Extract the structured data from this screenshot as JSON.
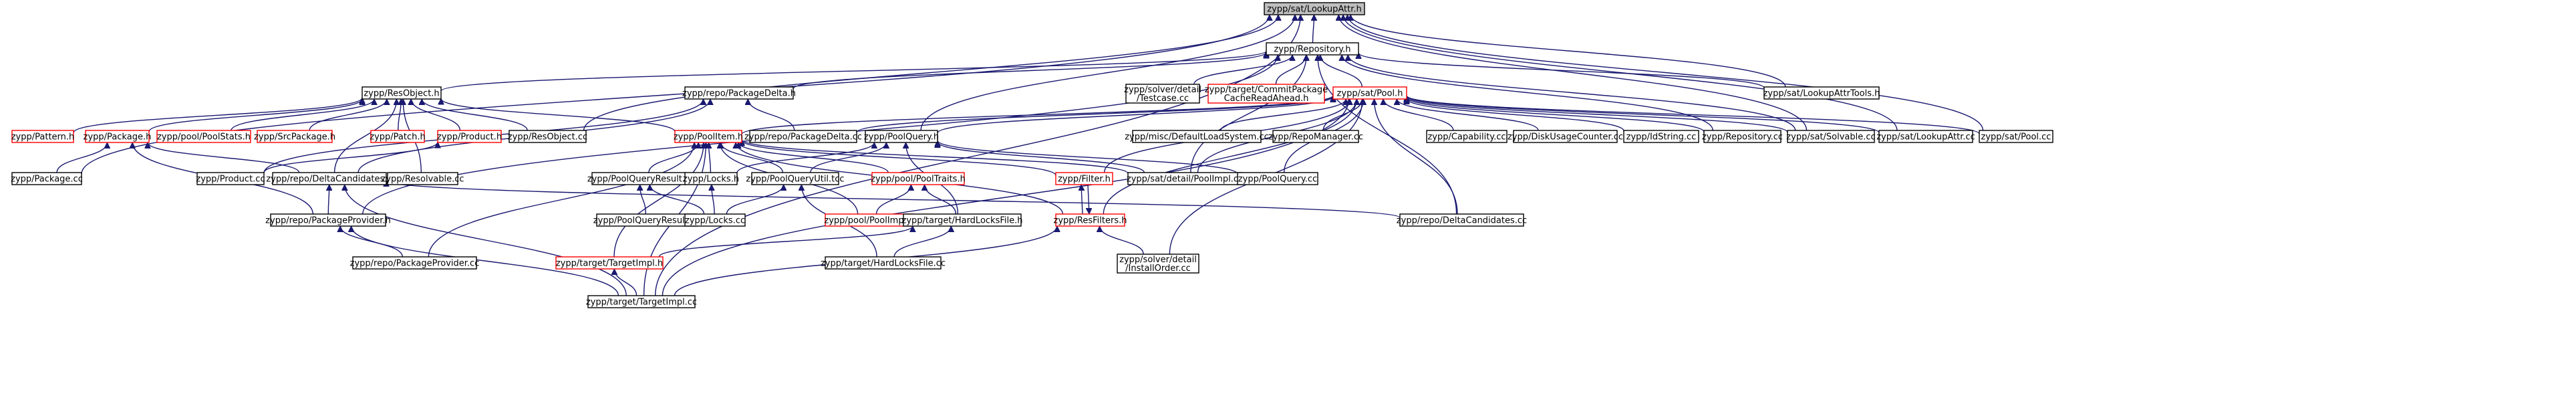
{
  "graph": {
    "nodes": [
      {
        "id": "root",
        "label": [
          "zypp/sat/LookupAttr.h"
        ],
        "color": "black",
        "root": true
      },
      {
        "id": "repoh",
        "label": [
          "zypp/Repository.h"
        ],
        "color": "black"
      },
      {
        "id": "resobjh",
        "label": [
          "zypp/ResObject.h"
        ],
        "color": "black"
      },
      {
        "id": "pkgdeltah",
        "label": [
          "zypp/repo/PackageDelta.h"
        ],
        "color": "black"
      },
      {
        "id": "testcase",
        "label": [
          "zypp/solver/detail",
          "/Testcase.cc"
        ],
        "color": "black"
      },
      {
        "id": "commitpkg",
        "label": [
          "zypp/target/CommitPackage",
          "CacheReadAhead.h"
        ],
        "color": "red"
      },
      {
        "id": "poolh",
        "label": [
          "zypp/sat/Pool.h"
        ],
        "color": "red"
      },
      {
        "id": "lookuptools",
        "label": [
          "zypp/sat/LookupAttrTools.h"
        ],
        "color": "black"
      },
      {
        "id": "patternh",
        "label": [
          "zypp/Pattern.h"
        ],
        "color": "red"
      },
      {
        "id": "packageh",
        "label": [
          "zypp/Package.h"
        ],
        "color": "red"
      },
      {
        "id": "poolstatsh",
        "label": [
          "zypp/pool/PoolStats.h"
        ],
        "color": "red"
      },
      {
        "id": "srcpkgh",
        "label": [
          "zypp/SrcPackage.h"
        ],
        "color": "red"
      },
      {
        "id": "patchh",
        "label": [
          "zypp/Patch.h"
        ],
        "color": "red"
      },
      {
        "id": "producth",
        "label": [
          "zypp/Product.h"
        ],
        "color": "red"
      },
      {
        "id": "resobjcc",
        "label": [
          "zypp/ResObject.cc"
        ],
        "color": "black"
      },
      {
        "id": "poolitemh",
        "label": [
          "zypp/PoolItem.h"
        ],
        "color": "red"
      },
      {
        "id": "pkgdeltacc",
        "label": [
          "zypp/repo/PackageDelta.cc"
        ],
        "color": "black"
      },
      {
        "id": "poolqueryh",
        "label": [
          "zypp/PoolQuery.h"
        ],
        "color": "black"
      },
      {
        "id": "deflsc",
        "label": [
          "zypp/misc/DefaultLoadSystem.cc"
        ],
        "color": "black"
      },
      {
        "id": "repomgrcc",
        "label": [
          "zypp/RepoManager.cc"
        ],
        "color": "black"
      },
      {
        "id": "capcc",
        "label": [
          "zypp/Capability.cc"
        ],
        "color": "black"
      },
      {
        "id": "diskcc",
        "label": [
          "zypp/DiskUsageCounter.cc"
        ],
        "color": "black"
      },
      {
        "id": "idstrcc",
        "label": [
          "zypp/IdString.cc"
        ],
        "color": "black"
      },
      {
        "id": "repocc",
        "label": [
          "zypp/Repository.cc"
        ],
        "color": "black"
      },
      {
        "id": "solvablecc",
        "label": [
          "zypp/sat/Solvable.cc"
        ],
        "color": "black"
      },
      {
        "id": "lookupcc",
        "label": [
          "zypp/sat/LookupAttr.cc"
        ],
        "color": "black"
      },
      {
        "id": "poolcc",
        "label": [
          "zypp/sat/Pool.cc"
        ],
        "color": "black"
      },
      {
        "id": "packagecc",
        "label": [
          "zypp/Package.cc"
        ],
        "color": "black"
      },
      {
        "id": "productcc",
        "label": [
          "zypp/Product.cc"
        ],
        "color": "black"
      },
      {
        "id": "deltacandh",
        "label": [
          "zypp/repo/DeltaCandidates.h"
        ],
        "color": "black"
      },
      {
        "id": "resolvablecc",
        "label": [
          "zypp/Resolvable.cc"
        ],
        "color": "black"
      },
      {
        "id": "pqresulth",
        "label": [
          "zypp/PoolQueryResult.h"
        ],
        "color": "black"
      },
      {
        "id": "locksh",
        "label": [
          "zypp/Locks.h"
        ],
        "color": "black"
      },
      {
        "id": "pqutiltcc",
        "label": [
          "zypp/PoolQueryUtil.tcc"
        ],
        "color": "black"
      },
      {
        "id": "pooltraitsh",
        "label": [
          "zypp/pool/PoolTraits.h"
        ],
        "color": "red"
      },
      {
        "id": "filterh",
        "label": [
          "zypp/Filter.h"
        ],
        "color": "red"
      },
      {
        "id": "poolimplcc",
        "label": [
          "zypp/sat/detail/PoolImpl.cc"
        ],
        "color": "black"
      },
      {
        "id": "poolquerycc",
        "label": [
          "zypp/PoolQuery.cc"
        ],
        "color": "black"
      },
      {
        "id": "pkgproviderh",
        "label": [
          "zypp/repo/PackageProvider.h"
        ],
        "color": "black"
      },
      {
        "id": "pqresultcc",
        "label": [
          "zypp/PoolQueryResult.cc"
        ],
        "color": "black"
      },
      {
        "id": "lockscc",
        "label": [
          "zypp/Locks.cc"
        ],
        "color": "black"
      },
      {
        "id": "poolimplh",
        "label": [
          "zypp/pool/PoolImpl.h"
        ],
        "color": "red"
      },
      {
        "id": "hardlocksh",
        "label": [
          "zypp/target/HardLocksFile.h"
        ],
        "color": "black"
      },
      {
        "id": "resfiltersh",
        "label": [
          "zypp/ResFilters.h"
        ],
        "color": "red"
      },
      {
        "id": "deltacandcc",
        "label": [
          "zypp/repo/DeltaCandidates.cc"
        ],
        "color": "black"
      },
      {
        "id": "pkgprovidercc",
        "label": [
          "zypp/repo/PackageProvider.cc"
        ],
        "color": "black"
      },
      {
        "id": "targetimplh",
        "label": [
          "zypp/target/TargetImpl.h"
        ],
        "color": "red"
      },
      {
        "id": "hardlockscc",
        "label": [
          "zypp/target/HardLocksFile.cc"
        ],
        "color": "black"
      },
      {
        "id": "installorder",
        "label": [
          "zypp/solver/detail",
          "/InstallOrder.cc"
        ],
        "color": "black"
      },
      {
        "id": "targetimplcc",
        "label": [
          "zypp/target/TargetImpl.cc"
        ],
        "color": "black"
      }
    ],
    "edges": [
      [
        "repoh",
        "root"
      ],
      [
        "poolqueryh",
        "root"
      ],
      [
        "lookuptools",
        "root"
      ],
      [
        "lookupcc",
        "root"
      ],
      [
        "poolcc",
        "root"
      ],
      [
        "solvablecc",
        "root"
      ],
      [
        "resobjcc",
        "root"
      ],
      [
        "packagecc",
        "root"
      ],
      [
        "targetimplcc",
        "root"
      ],
      [
        "resobjh",
        "repoh"
      ],
      [
        "pkgdeltah",
        "repoh"
      ],
      [
        "testcase",
        "repoh"
      ],
      [
        "commitpkg",
        "repoh"
      ],
      [
        "poolh",
        "repoh"
      ],
      [
        "lookuptools",
        "repoh"
      ],
      [
        "repocc",
        "repoh"
      ],
      [
        "solvablecc",
        "repoh"
      ],
      [
        "deltacandcc",
        "repoh"
      ],
      [
        "poolimplcc",
        "repoh"
      ],
      [
        "pkgproviderh",
        "repoh"
      ],
      [
        "patternh",
        "resobjh"
      ],
      [
        "packageh",
        "resobjh"
      ],
      [
        "poolstatsh",
        "resobjh"
      ],
      [
        "srcpkgh",
        "resobjh"
      ],
      [
        "patchh",
        "resobjh"
      ],
      [
        "producth",
        "resobjh"
      ],
      [
        "resobjcc",
        "resobjh"
      ],
      [
        "poolitemh",
        "resobjh"
      ],
      [
        "resolvablecc",
        "resobjh"
      ],
      [
        "deltacandh",
        "resobjh"
      ],
      [
        "pkgdeltacc",
        "pkgdeltah"
      ],
      [
        "deltacandh",
        "pkgdeltah"
      ],
      [
        "productcc",
        "pkgdeltah"
      ],
      [
        "poolitemh",
        "poolh"
      ],
      [
        "pkgdeltacc",
        "poolh"
      ],
      [
        "poolqueryh",
        "poolh"
      ],
      [
        "deflsc",
        "poolh"
      ],
      [
        "repomgrcc",
        "poolh"
      ],
      [
        "capcc",
        "poolh"
      ],
      [
        "diskcc",
        "poolh"
      ],
      [
        "idstrcc",
        "poolh"
      ],
      [
        "repocc",
        "poolh"
      ],
      [
        "solvablecc",
        "poolh"
      ],
      [
        "lookupcc",
        "poolh"
      ],
      [
        "poolcc",
        "poolh"
      ],
      [
        "poolimplcc",
        "poolh"
      ],
      [
        "poolquerycc",
        "poolh"
      ],
      [
        "filterh",
        "poolh"
      ],
      [
        "resfiltersh",
        "poolh"
      ],
      [
        "deltacandcc",
        "poolh"
      ],
      [
        "installorder",
        "poolh"
      ],
      [
        "targetimplcc",
        "poolh"
      ],
      [
        "packagecc",
        "packageh"
      ],
      [
        "deltacandh",
        "packageh"
      ],
      [
        "pkgproviderh",
        "packageh"
      ],
      [
        "productcc",
        "producth"
      ],
      [
        "pqresulth",
        "poolitemh"
      ],
      [
        "locksh",
        "poolitemh"
      ],
      [
        "pqutiltcc",
        "poolitemh"
      ],
      [
        "pooltraitsh",
        "poolitemh"
      ],
      [
        "filterh",
        "poolitemh"
      ],
      [
        "poolimplcc",
        "poolitemh"
      ],
      [
        "resfiltersh",
        "poolitemh"
      ],
      [
        "targetimplh",
        "poolitemh"
      ],
      [
        "targetimplcc",
        "poolitemh"
      ],
      [
        "pkgprovidercc",
        "poolitemh"
      ],
      [
        "poolimplh",
        "poolitemh"
      ],
      [
        "locksh",
        "poolqueryh"
      ],
      [
        "pqutiltcc",
        "poolqueryh"
      ],
      [
        "poolquerycc",
        "poolqueryh"
      ],
      [
        "hardlocksh",
        "poolqueryh"
      ],
      [
        "poolimplcc",
        "poolqueryh"
      ],
      [
        "pkgproviderh",
        "deltacandh"
      ],
      [
        "targetimplcc",
        "deltacandh"
      ],
      [
        "deltacandcc",
        "deltacandh"
      ],
      [
        "pqresultcc",
        "pqresulth"
      ],
      [
        "lockscc",
        "pqresulth"
      ],
      [
        "lockscc",
        "locksh"
      ],
      [
        "lockscc",
        "pqutiltcc"
      ],
      [
        "hardlockscc",
        "pqutiltcc"
      ],
      [
        "poolimplh",
        "pooltraitsh"
      ],
      [
        "hardlocksh",
        "pooltraitsh"
      ],
      [
        "resfiltersh",
        "filterh"
      ],
      [
        "filterh",
        "resfiltersh"
      ],
      [
        "pkgprovidercc",
        "pkgproviderh"
      ],
      [
        "targetimplcc",
        "pkgproviderh"
      ],
      [
        "hardlockscc",
        "hardlocksh"
      ],
      [
        "targetimplh",
        "hardlocksh"
      ],
      [
        "installorder",
        "resfiltersh"
      ],
      [
        "targetimplcc",
        "resfiltersh"
      ],
      [
        "targetimplcc",
        "targetimplh"
      ]
    ]
  }
}
